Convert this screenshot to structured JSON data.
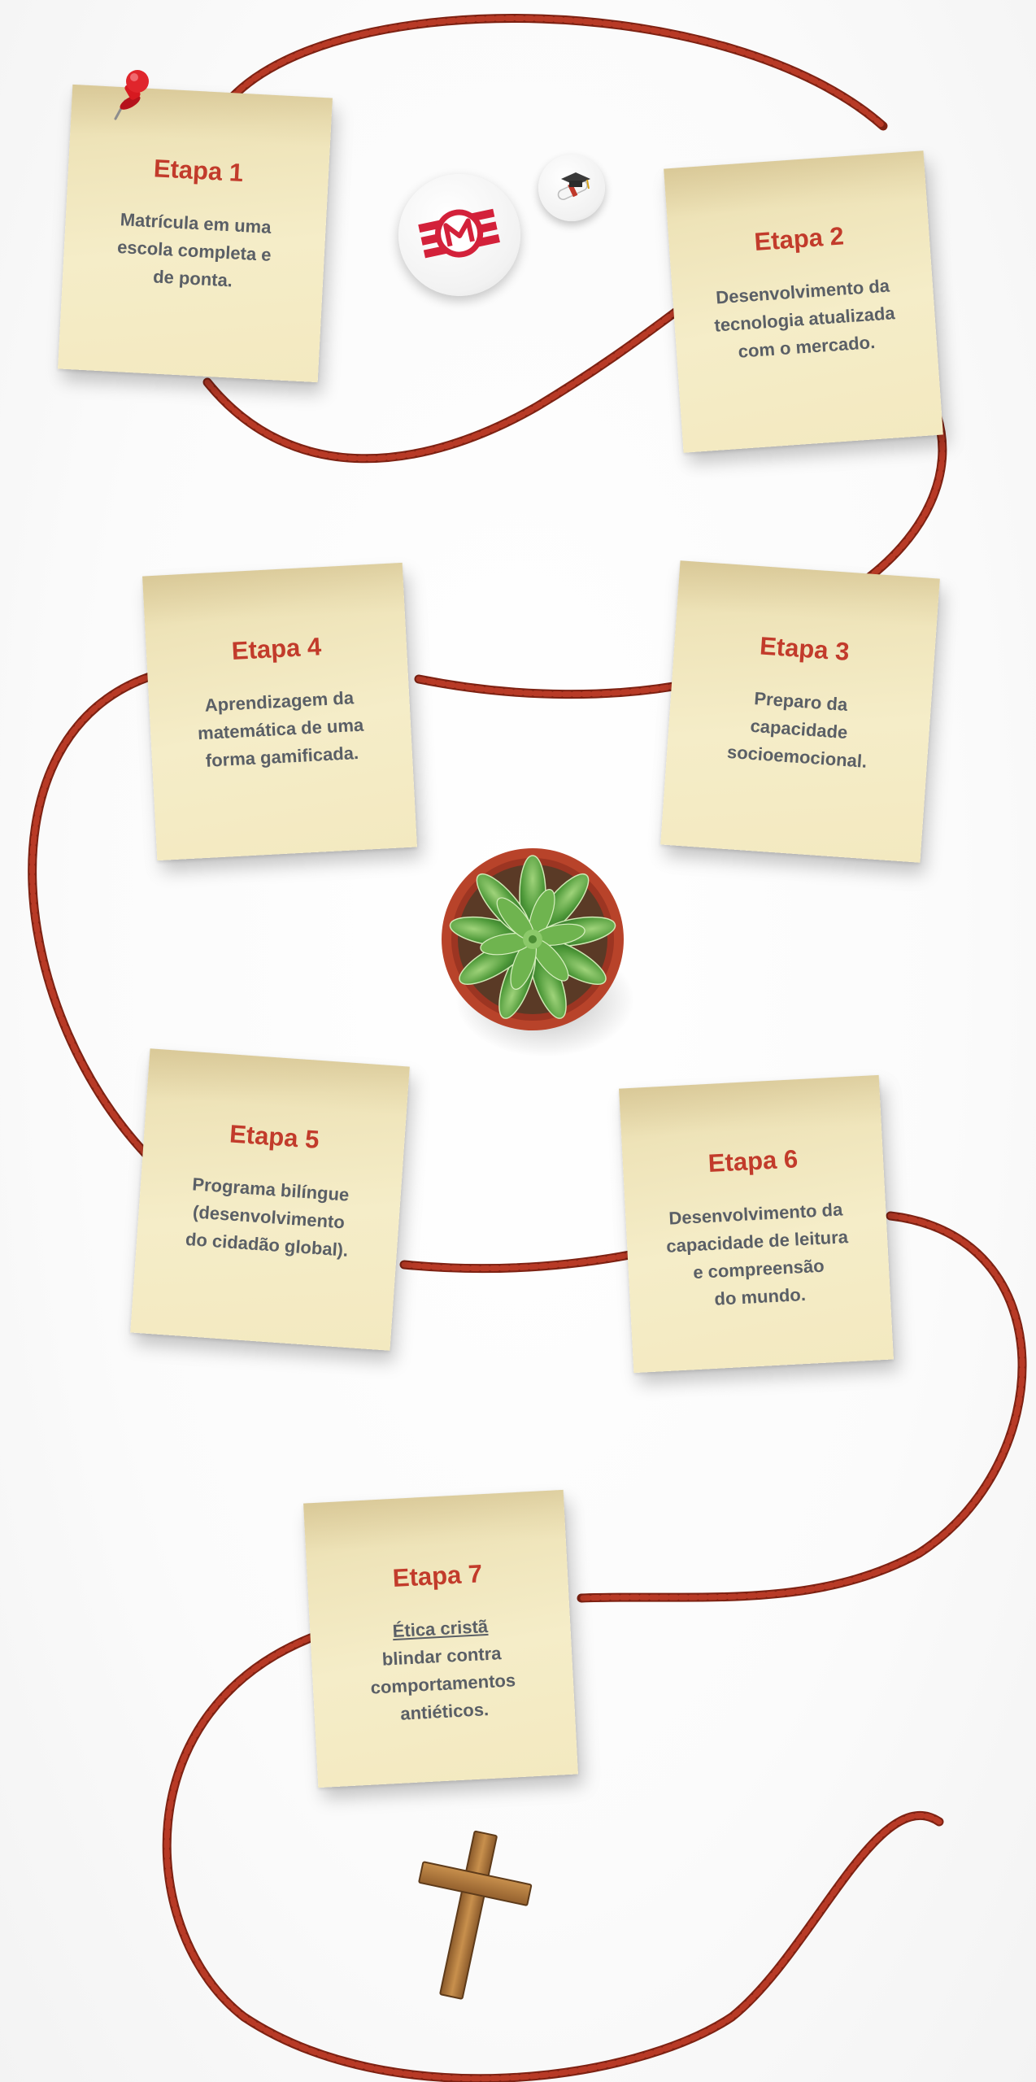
{
  "steps": [
    {
      "title": "Etapa 1",
      "lines": [
        "Matrícula em uma",
        "escola completa e",
        "de ponta."
      ]
    },
    {
      "title": "Etapa 2",
      "lines": [
        "Desenvolvimento da",
        "tecnologia atualizada",
        "com o mercado."
      ]
    },
    {
      "title": "Etapa 3",
      "lines": [
        "Preparo da",
        "capacidade",
        "socioemocional."
      ]
    },
    {
      "title": "Etapa 4",
      "lines": [
        "Aprendizagem da",
        "matemática de uma",
        "forma gamificada."
      ]
    },
    {
      "title": "Etapa 5",
      "lines": [
        "Programa bilíngue",
        "(desenvolvimento",
        "do cidadão global)."
      ]
    },
    {
      "title": "Etapa 6",
      "lines": [
        "Desenvolvimento da",
        "capacidade de leitura",
        "e compreensão",
        "do mundo."
      ]
    },
    {
      "title": "Etapa 7",
      "lines": [
        "Ética cristã",
        "blindar contra",
        "comportamentos",
        "antiéticos."
      ]
    }
  ],
  "colors": {
    "rope": "#a8321f",
    "title": "#c23b2b",
    "body": "#5a5f66",
    "note": "#f2e8c0"
  },
  "icons": [
    "push-pin-icon",
    "school-logo-icon",
    "diploma-icon",
    "succulent-plant-icon",
    "wooden-cross-icon"
  ]
}
